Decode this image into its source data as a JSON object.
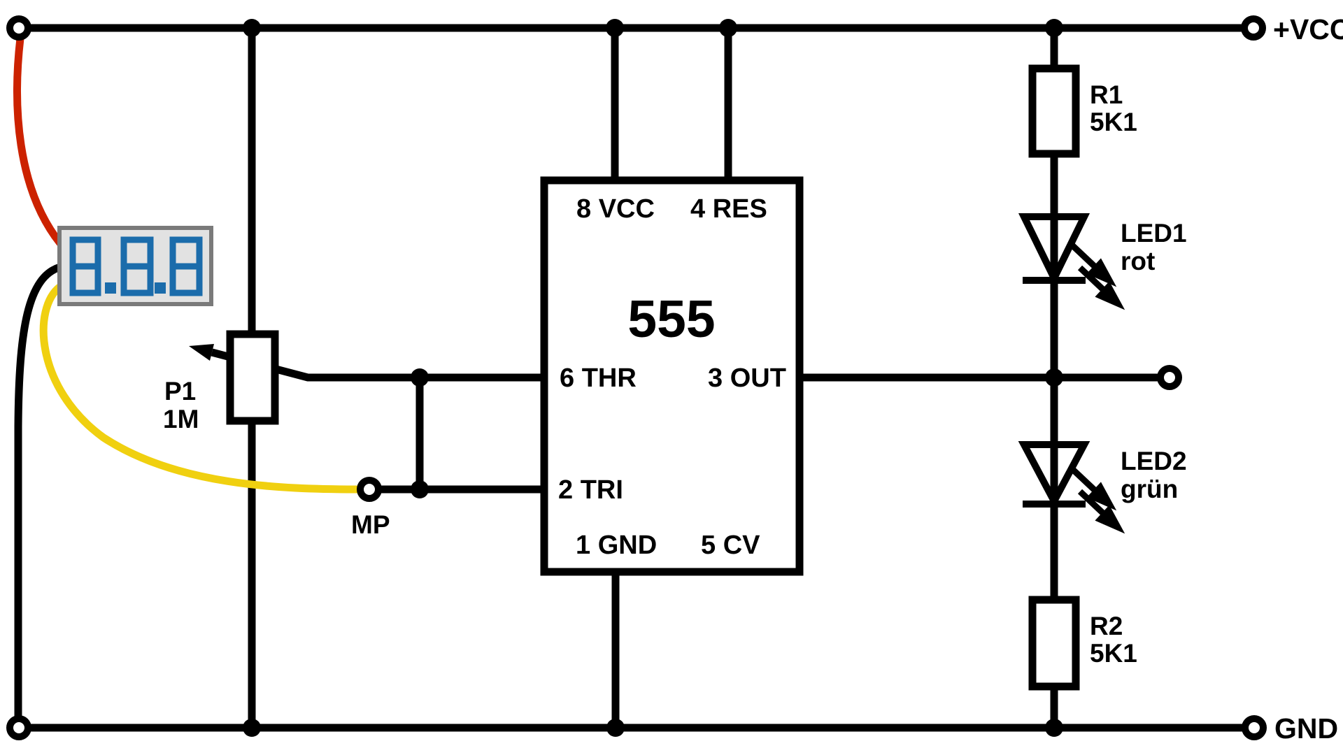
{
  "labels": {
    "vcc": "+VCC",
    "gnd": "GND"
  },
  "ic": {
    "name": "555",
    "pin8": "8 VCC",
    "pin4": "4 RES",
    "pin6": "6 THR",
    "pin3": "3 OUT",
    "pin2": "2 TRI",
    "pin1": "1 GND",
    "pin5": "5 CV"
  },
  "components": {
    "r1": {
      "ref": "R1",
      "value": "5K1"
    },
    "r2": {
      "ref": "R2",
      "value": "5K1"
    },
    "led1": {
      "ref": "LED1",
      "variant": "rot"
    },
    "led2": {
      "ref": "LED2",
      "variant": "grün"
    },
    "p1": {
      "ref": "P1",
      "value": "1M"
    },
    "mp": {
      "label": "MP"
    }
  },
  "display": {
    "value": "8.8.8"
  },
  "colors": {
    "wire_red": "#cc2200",
    "wire_yellow": "#f0d010",
    "wire_black": "#000000",
    "digit_blue": "#1b6cab",
    "display_bg": "#e2e2e2",
    "display_border": "#7a7a7a",
    "pin_label_gray": "#6b6b6b"
  }
}
